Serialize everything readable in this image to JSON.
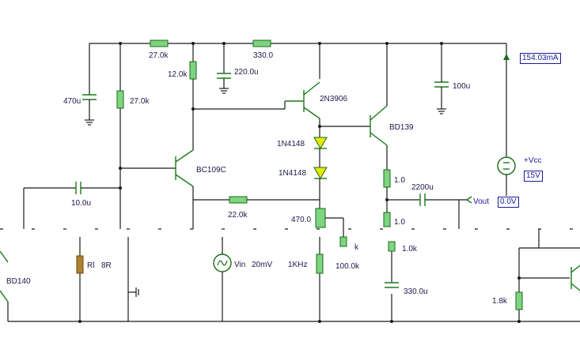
{
  "probes": {
    "current": "154.03mA",
    "vcc_label": "+Vcc",
    "vcc_value": "15V",
    "vout_value": "0.0V",
    "vout_label": "Vout"
  },
  "components": {
    "c470": "470u",
    "r27k_top": "27.0k",
    "r27k_left": "27.0k",
    "r12k": "12.0k",
    "c220": "220.0u",
    "r330": "330.0",
    "c100": "100u",
    "q_2n3906": "2N3906",
    "q_bd139": "BD139",
    "q_bc109": "BC109C",
    "d1": "1N4148",
    "d2": "1N4148",
    "r1_0a": "1.0",
    "r1_0b": "1.0",
    "c2200": "2200u",
    "c10": "10.0u",
    "r22k": "22.0k",
    "r470": "470.0",
    "q_bd140": "BD140",
    "rl": "Rl",
    "rl_val": "8R",
    "vin": "Vin",
    "vin_amp": "20mV",
    "freq": "1KHz",
    "r100k": "100.0k",
    "r1k": "1.0k",
    "c330": "330.0u",
    "r1_8k": "1.8k",
    "partial_k": "k"
  }
}
